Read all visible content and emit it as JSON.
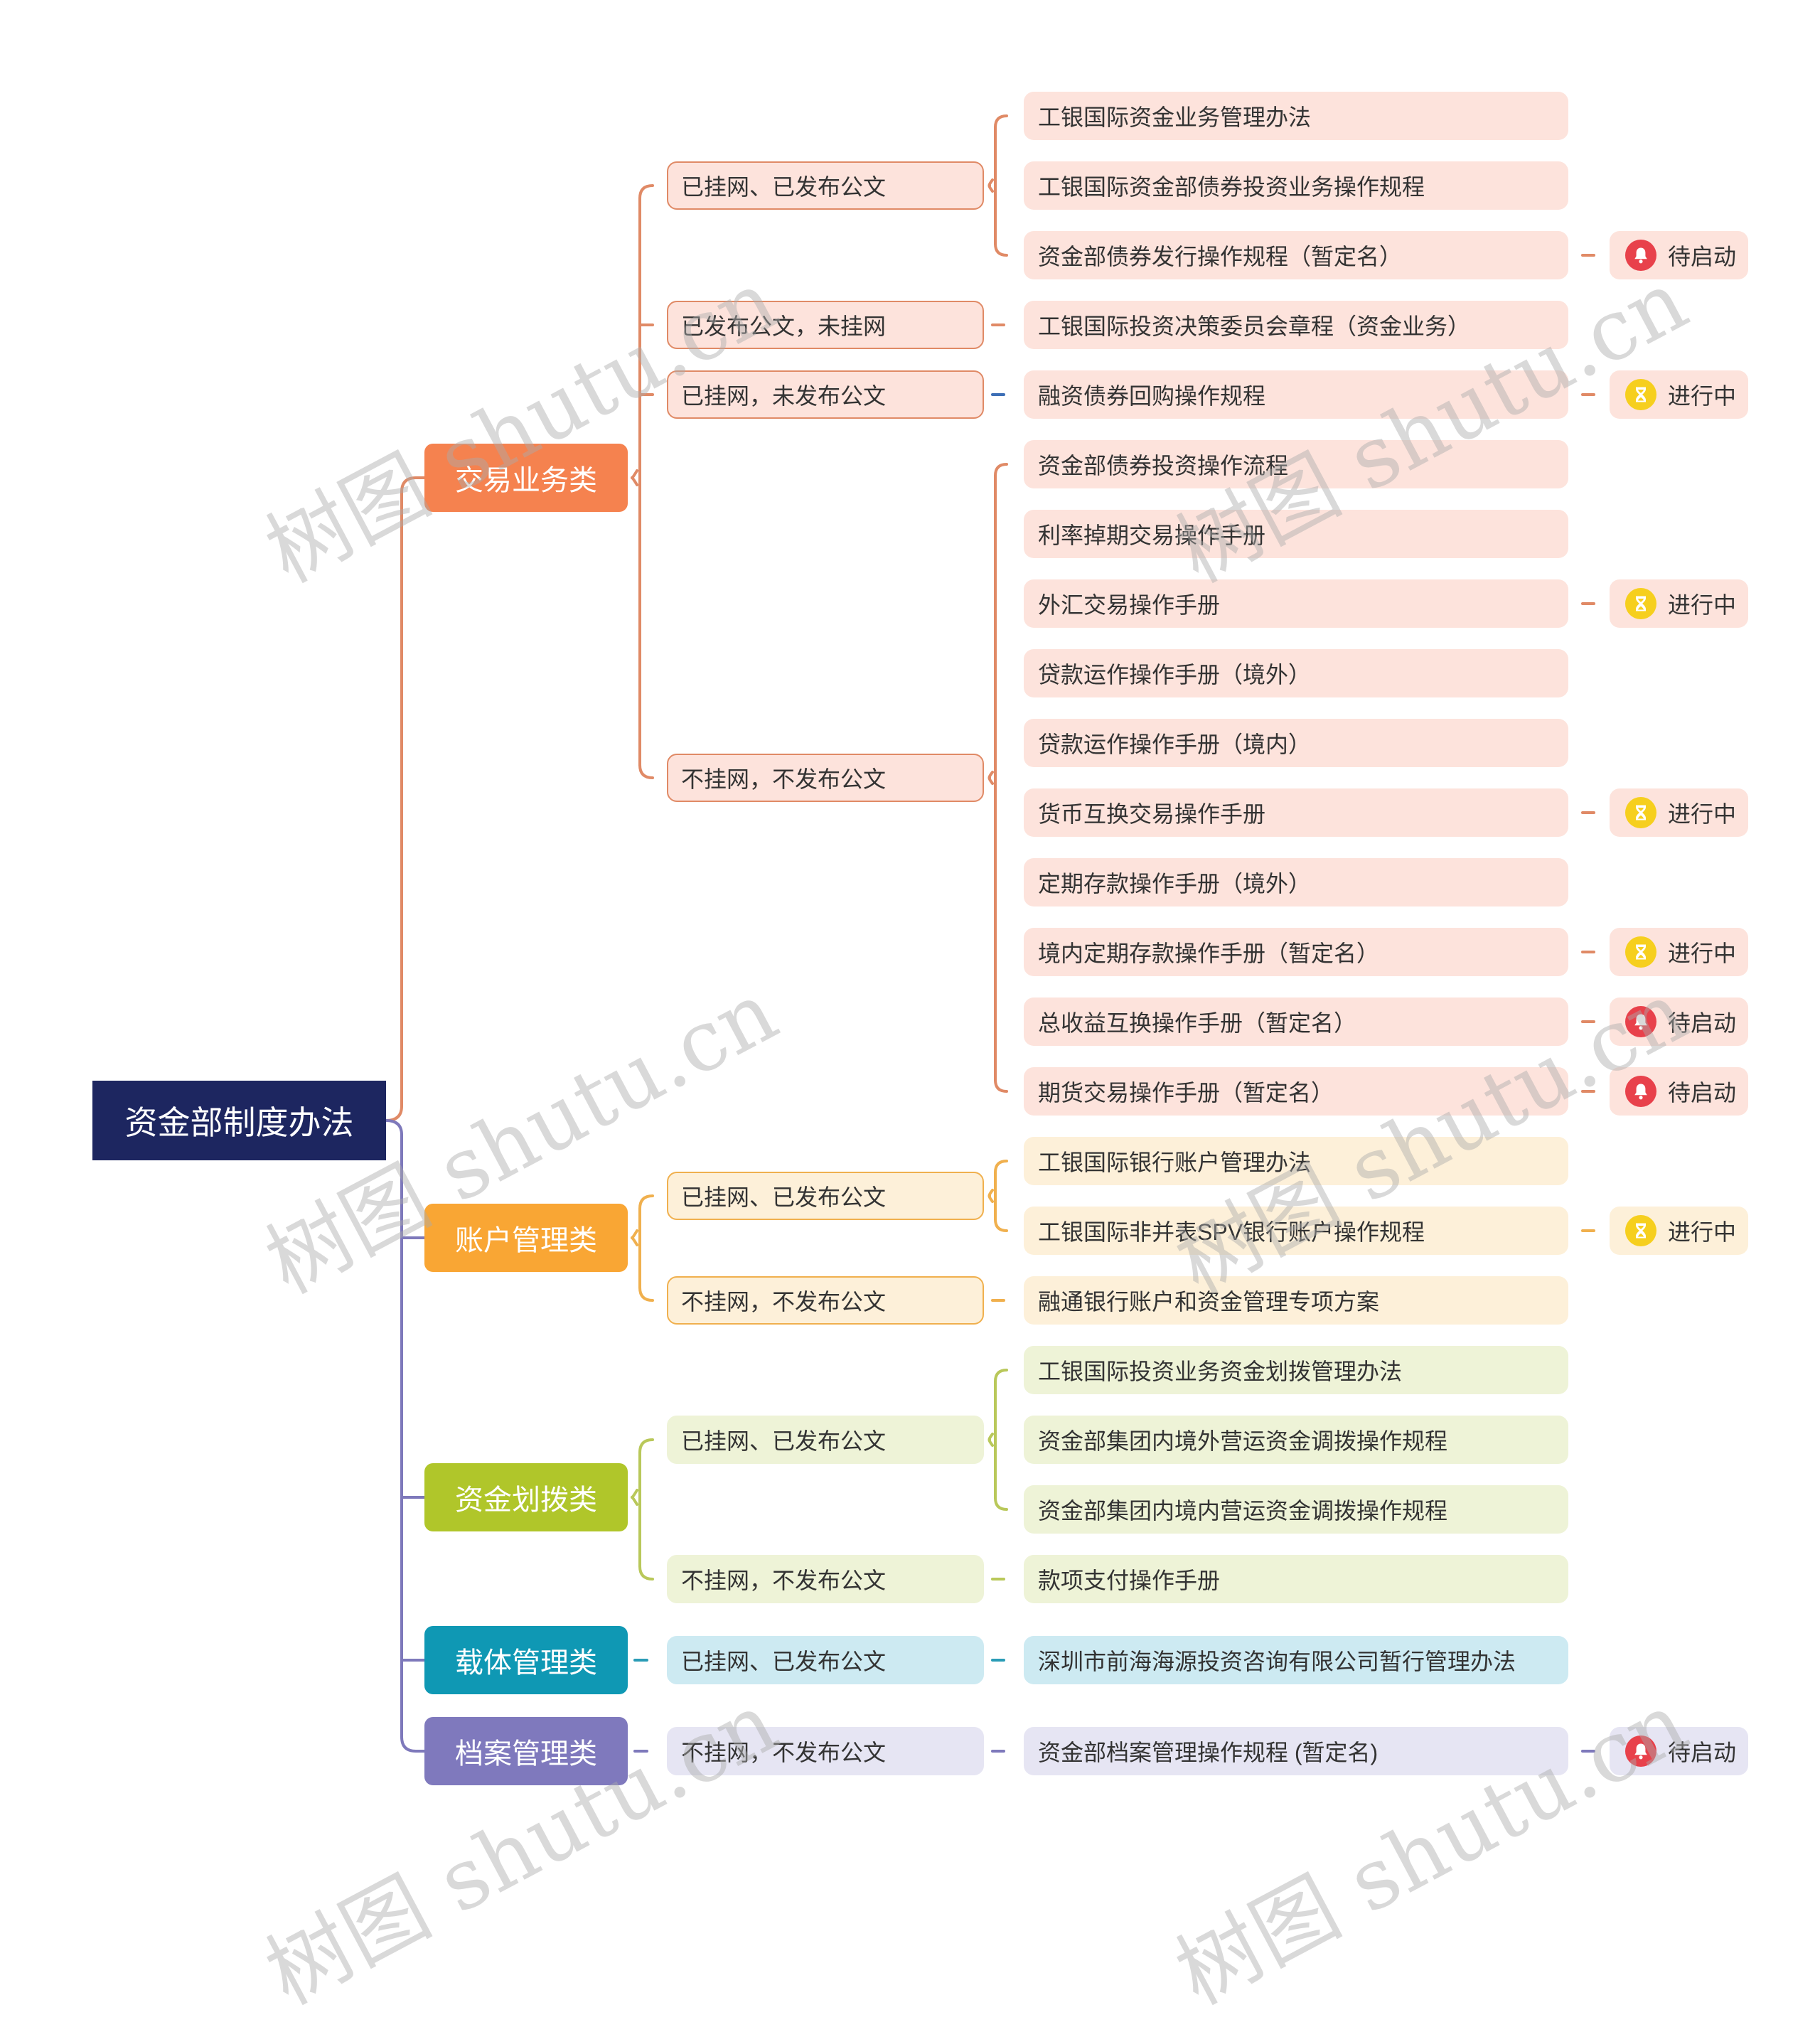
{
  "root": {
    "label": "资金部制度办法"
  },
  "watermark": "树图 shutu.cn",
  "status_labels": {
    "pending": "待启动",
    "progress": "进行中"
  },
  "categories": [
    {
      "label": "交易业务类",
      "color": "#f5824f",
      "line": "#e08a66",
      "fill": "#fde3dc",
      "border": "#e08a66",
      "groups": [
        {
          "label": "已挂网、已发布公文",
          "items": [
            {
              "label": "工银国际资金业务管理办法"
            },
            {
              "label": "工银国际资金部债券投资业务操作规程"
            },
            {
              "label": "资金部债券发行操作规程（暂定名）",
              "status": "pending"
            }
          ]
        },
        {
          "label": "已发布公文，未挂网",
          "items": [
            {
              "label": "工银国际投资决策委员会章程（资金业务）"
            }
          ]
        },
        {
          "label": "已挂网，未发布公文",
          "connector": "#3d6fb6",
          "items": [
            {
              "label": "融资债券回购操作规程",
              "status": "progress"
            }
          ]
        },
        {
          "label": "不挂网，不发布公文",
          "items": [
            {
              "label": "资金部债券投资操作流程"
            },
            {
              "label": "利率掉期交易操作手册"
            },
            {
              "label": "外汇交易操作手册",
              "status": "progress"
            },
            {
              "label": "贷款运作操作手册（境外）"
            },
            {
              "label": "贷款运作操作手册（境内）"
            },
            {
              "label": "货币互换交易操作手册",
              "status": "progress"
            },
            {
              "label": "定期存款操作手册（境外）"
            },
            {
              "label": "境内定期存款操作手册（暂定名）",
              "status": "progress"
            },
            {
              "label": "总收益互换操作手册（暂定名）",
              "status": "pending"
            },
            {
              "label": "期货交易操作手册（暂定名）",
              "status": "pending"
            }
          ]
        }
      ]
    },
    {
      "label": "账户管理类",
      "color": "#f9a634",
      "line": "#f0b04e",
      "fill": "#fdf0d9",
      "border": "#f0b04e",
      "groups": [
        {
          "label": "已挂网、已发布公文",
          "items": [
            {
              "label": "工银国际银行账户管理办法"
            },
            {
              "label": "工银国际非并表SPV银行账户操作规程",
              "status": "progress"
            }
          ]
        },
        {
          "label": "不挂网，不发布公文",
          "items": [
            {
              "label": "融通银行账户和资金管理专项方案"
            }
          ]
        }
      ]
    },
    {
      "label": "资金划拨类",
      "color": "#b0c62a",
      "line": "#b9c85a",
      "fill": "#eef3d7",
      "border": "#eef3d7",
      "groups": [
        {
          "label": "已挂网、已发布公文",
          "items": [
            {
              "label": "工银国际投资业务资金划拨管理办法"
            },
            {
              "label": "资金部集团内境外营运资金调拨操作规程"
            },
            {
              "label": "资金部集团内境内营运资金调拨操作规程"
            }
          ]
        },
        {
          "label": "不挂网，不发布公文",
          "items": [
            {
              "label": "款项支付操作手册"
            }
          ]
        }
      ]
    },
    {
      "label": "载体管理类",
      "color": "#0f98b4",
      "line": "#2a9cb6",
      "fill": "#cdeaf2",
      "border": "#cdeaf2",
      "groups": [
        {
          "label": "已挂网、已发布公文",
          "items": [
            {
              "label": "深圳市前海海源投资咨询有限公司暂行管理办法"
            }
          ]
        }
      ]
    },
    {
      "label": "档案管理类",
      "color": "#7f79bd",
      "line": "#7e79bb",
      "fill": "#e6e5f3",
      "border": "#e6e5f3",
      "groups": [
        {
          "label": "不挂网，不发布公文",
          "items": [
            {
              "label": "资金部档案管理操作规程 (暂定名)",
              "status": "pending"
            }
          ]
        }
      ]
    }
  ],
  "status_colors": {
    "pending": "#e8414b",
    "progress": "#f6cf1e"
  }
}
